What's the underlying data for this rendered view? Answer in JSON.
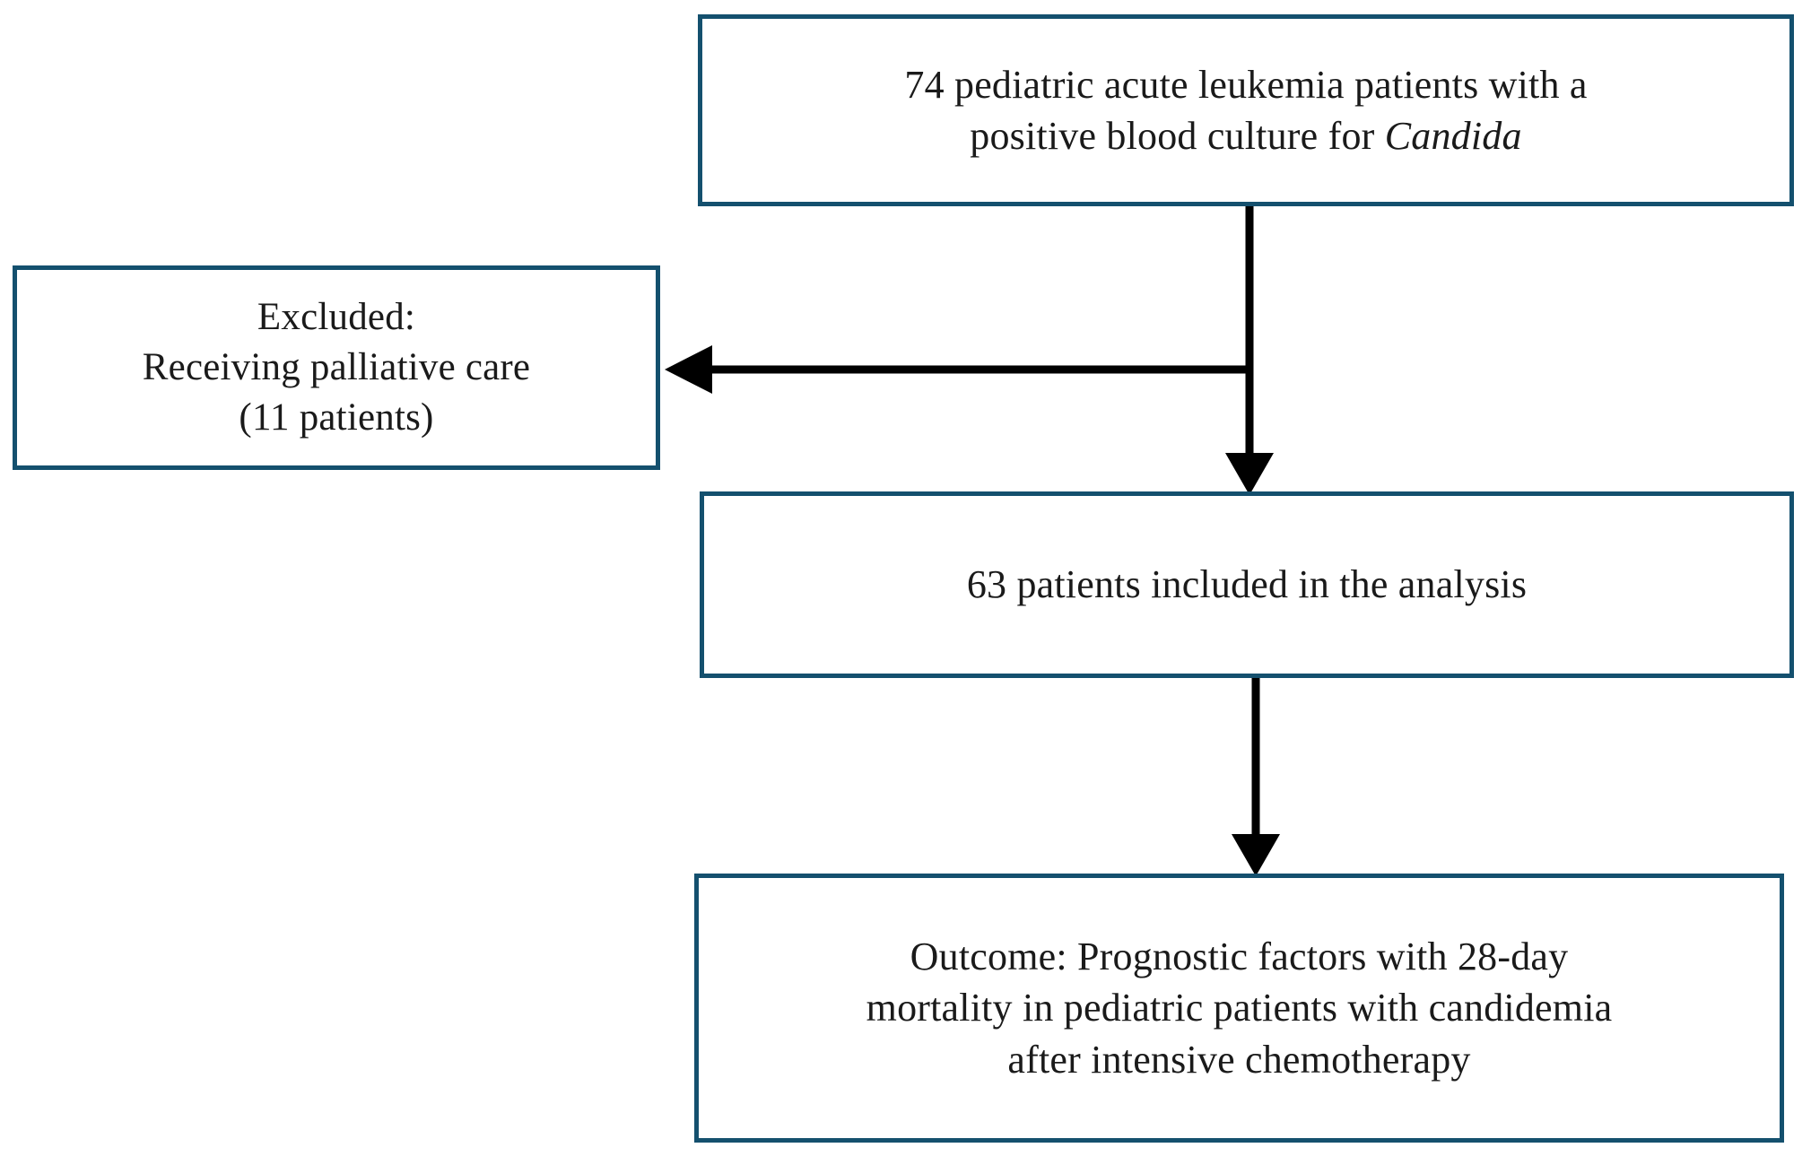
{
  "figure": {
    "type": "flowchart",
    "orientation": "vertical-with-left-exclusion-branch",
    "background_color": "#ffffff",
    "box_border_color": "#14506e",
    "connector_color": "#000000",
    "text_color": "#1a1a1a"
  },
  "nodes": {
    "source": {
      "id": "source",
      "label": "74 pediatric acute leukemia patients with a\npositive blood culture for ",
      "italic_suffix": "Candida",
      "count": 74,
      "full_text": "74 pediatric acute leukemia patients with a positive blood culture for Candida"
    },
    "excluded": {
      "id": "excluded",
      "line1": "Excluded:",
      "line2": "Receiving palliative care",
      "line3": "(11 patients)",
      "count": 11,
      "full_text": "Excluded: Receiving palliative care (11 patients)"
    },
    "included": {
      "id": "included",
      "label": "63 patients included in the analysis",
      "count": 63
    },
    "outcome": {
      "id": "outcome",
      "label": "Outcome: Prognostic factors with 28-day\nmortality in pediatric patients with candidemia\nafter intensive chemotherapy",
      "full_text": "Outcome: Prognostic factors with 28-day mortality in pediatric patients with candidemia after intensive chemotherapy"
    }
  },
  "edges": [
    {
      "name": "source-to-included",
      "from": "source",
      "to": "included",
      "direction": "down",
      "arrowhead": "end"
    },
    {
      "name": "source-to-excluded",
      "from": "source",
      "to": "excluded",
      "direction": "left",
      "arrowhead": "end"
    },
    {
      "name": "included-to-outcome",
      "from": "included",
      "to": "outcome",
      "direction": "down",
      "arrowhead": "end"
    }
  ]
}
